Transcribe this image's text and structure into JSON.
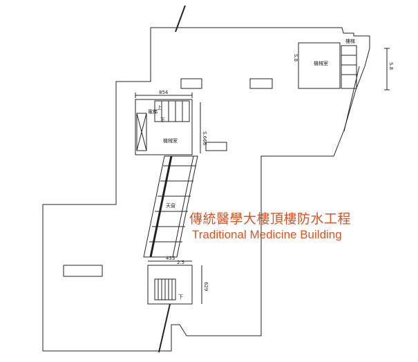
{
  "title": {
    "zh": "傳統醫學大樓頂樓防水工程",
    "en": "Traditional Medicine Building"
  },
  "dimensions": {
    "top_room_width": "854",
    "top_room_height": "S.666",
    "bottom_room_width": "433",
    "bottom_room_ledge": "2.5",
    "bottom_room_height": "629",
    "upper_right_height": "S.8",
    "upper_right_side": "S.8"
  },
  "labels": {
    "stair_up": "上",
    "stair_down": "下",
    "elevator": "電梯",
    "machine_room_top": "機械室",
    "machine_room_right": "機械室",
    "skylight": "天窗",
    "stair_down_bottom": "下",
    "stair_label_right": "樓梯"
  },
  "colors": {
    "line": "#222222",
    "title": "#e0501e"
  }
}
